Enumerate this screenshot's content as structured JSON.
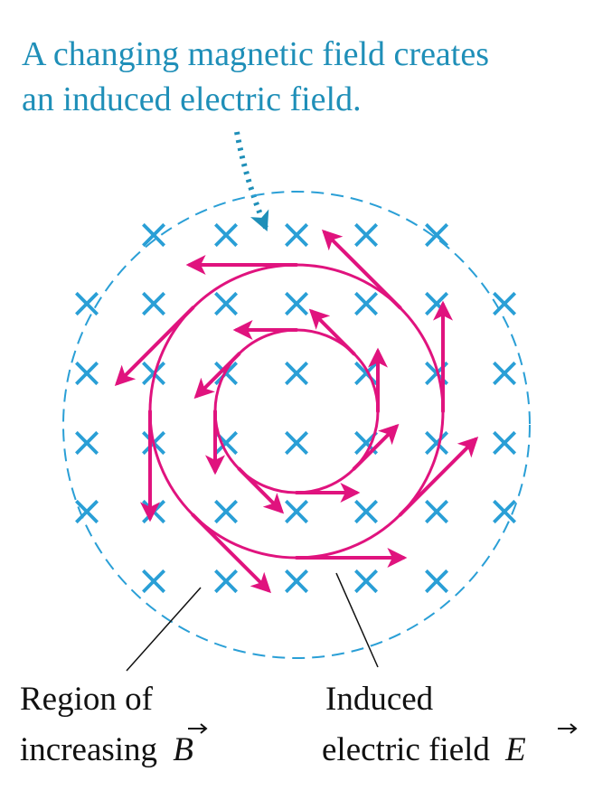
{
  "caption": {
    "line1": "A changing magnetic field creates",
    "line2": "an induced electric field."
  },
  "labels": {
    "region_line1": "Region of",
    "region_line2": "increasing",
    "region_symbol": "B",
    "field_line1": "Induced",
    "field_line2": "electric field",
    "field_symbol": "E"
  },
  "cross_symbol": "×",
  "colors": {
    "caption": "#1f8fb8",
    "cross": "#2a9fd6",
    "region_boundary": "#2a9fd6",
    "field_lines": "#e0137e",
    "leader_lines": "#111111"
  },
  "icons": {
    "cross": "into-page-cross-icon",
    "arrow": "field-arrow-icon"
  }
}
